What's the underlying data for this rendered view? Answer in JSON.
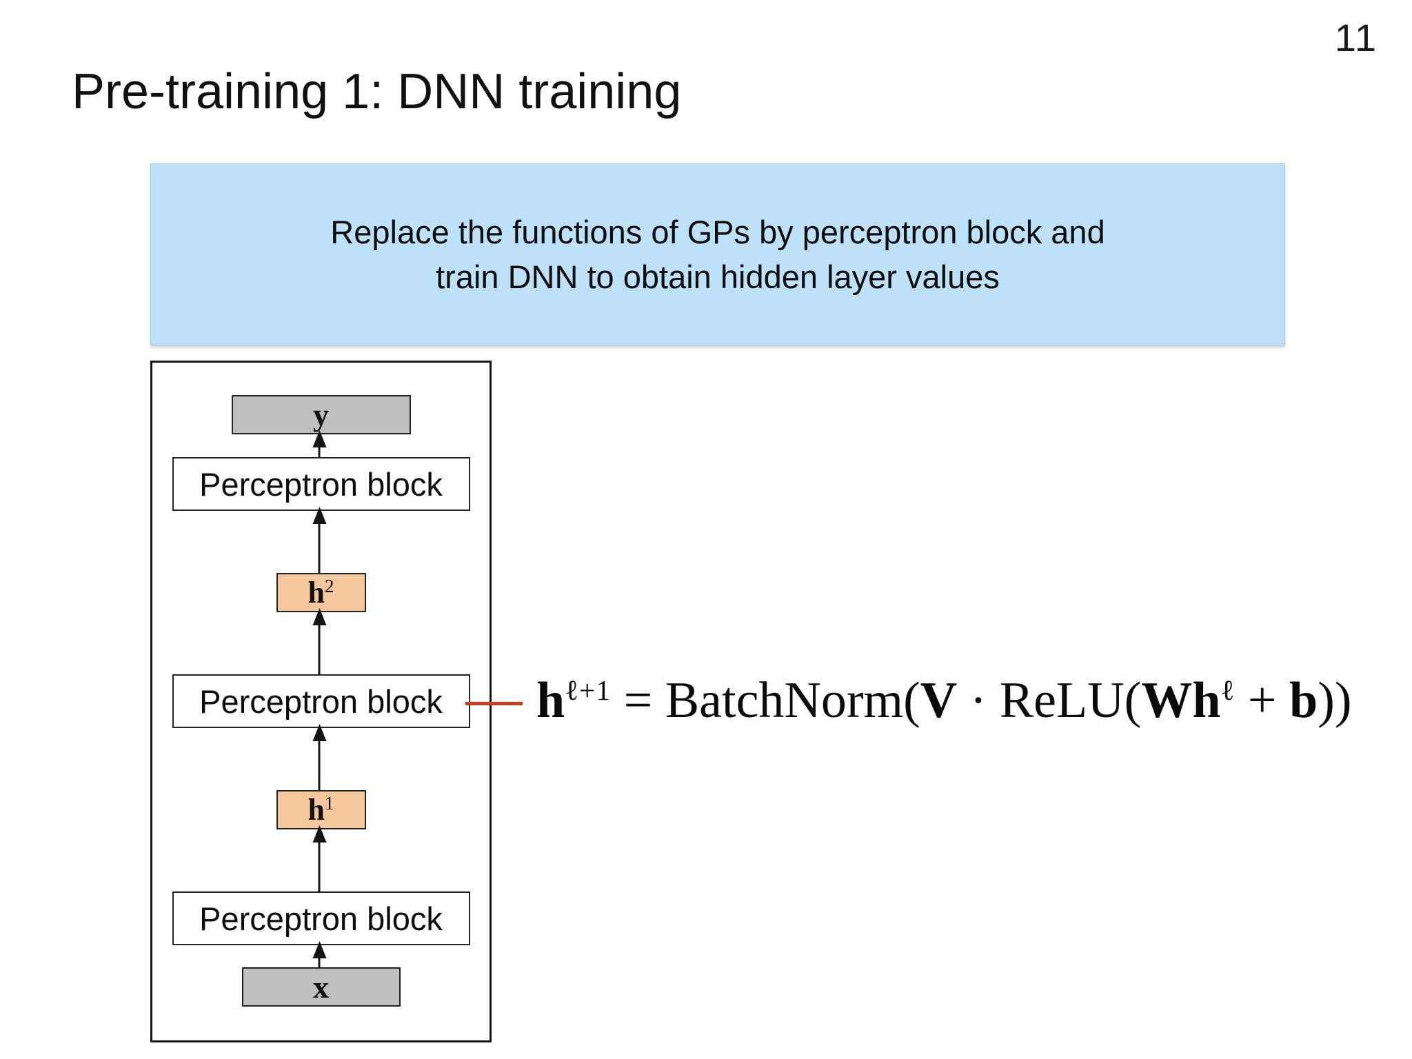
{
  "page": {
    "number": "11"
  },
  "header": {
    "title": "Pre-training 1: DNN training"
  },
  "callout": {
    "line1": "Replace the functions of GPs by perceptron block and",
    "line2": "train DNN to obtain hidden layer values"
  },
  "diagram": {
    "output_label": "y",
    "input_label": "x",
    "block_top_label": "Perceptron block",
    "block_middle_label": "Perceptron block",
    "block_bottom_label": "Perceptron block",
    "h2": {
      "base": "h",
      "sup": "2"
    },
    "h1": {
      "base": "h",
      "sup": "1"
    }
  },
  "equation": {
    "parts": [
      {
        "text": "h"
      },
      {
        "text": "ℓ+1"
      },
      {
        "text": " = BatchNorm("
      },
      {
        "text": "V"
      },
      {
        "text": " · ReLU("
      },
      {
        "text": "Wh"
      },
      {
        "text": "ℓ"
      },
      {
        "text": " + "
      },
      {
        "text": "b"
      },
      {
        "text": "))"
      }
    ]
  },
  "colors": {
    "callout_bg": "#bde1f8",
    "io_box_bg": "#bfbfbf",
    "hidden_box_bg": "#f4c79c",
    "connector_red": "#cf3a1e"
  }
}
